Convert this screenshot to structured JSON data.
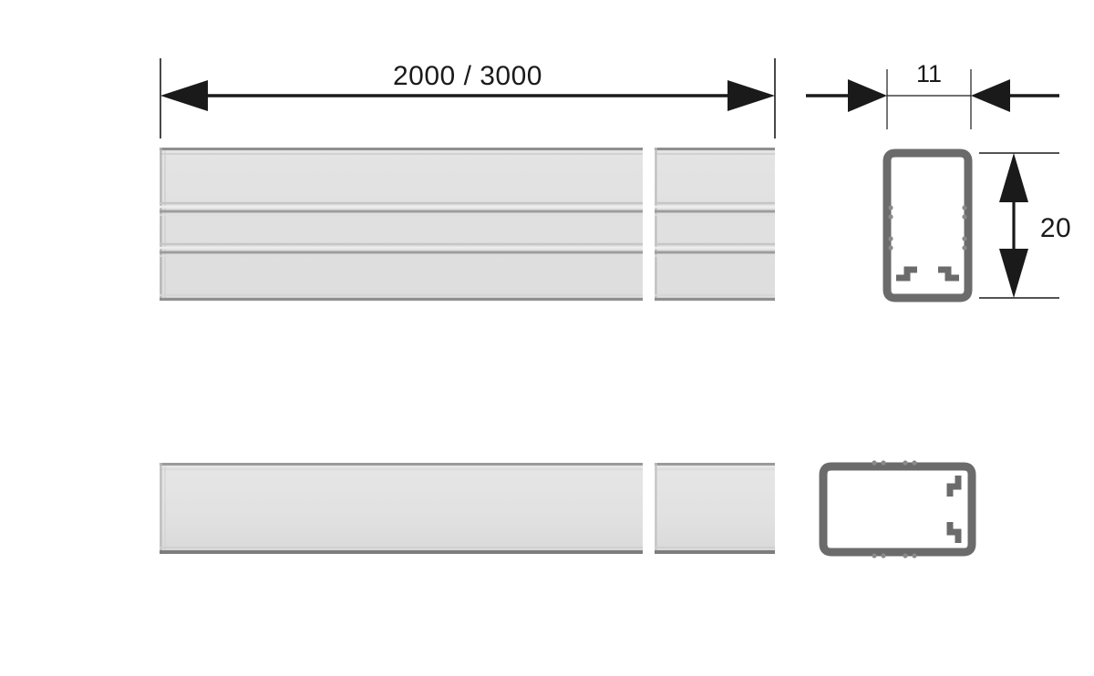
{
  "drawing": {
    "background_color": "#ffffff",
    "line_color": "#1a1a1a",
    "profile_stroke_color": "#6b6b6b",
    "elevation_fill_color": "#e0e0e0",
    "groove_color": "#a8a8a8",
    "edge_color": "#9a9a9a",
    "title": "Aluminium profile technical drawing"
  },
  "dimensions": {
    "length": {
      "label": "2000 / 3000",
      "unit": "mm",
      "orientation": "horizontal",
      "arrow_style": "inward-filled-arrows"
    },
    "width": {
      "label": "11",
      "unit": "mm",
      "orientation": "horizontal",
      "arrow_style": "outward-filled-arrows"
    },
    "height": {
      "label": "20",
      "unit": "mm",
      "orientation": "vertical",
      "arrow_style": "inward-filled-arrows"
    }
  },
  "views": {
    "front_elevation": {
      "name": "front-elevation",
      "grooves": 2,
      "break_gap": true
    },
    "bottom_elevation": {
      "name": "bottom-elevation",
      "grooves": 0,
      "break_gap": true
    },
    "cross_section_vertical": {
      "name": "cross-section-end-view",
      "shape": "hollow-rectangle",
      "tabs": 2,
      "side_bumps": 4
    },
    "cross_section_horizontal": {
      "name": "cross-section-rotated-view",
      "shape": "hollow-rectangle",
      "tabs": 2,
      "side_bumps": 4
    }
  }
}
